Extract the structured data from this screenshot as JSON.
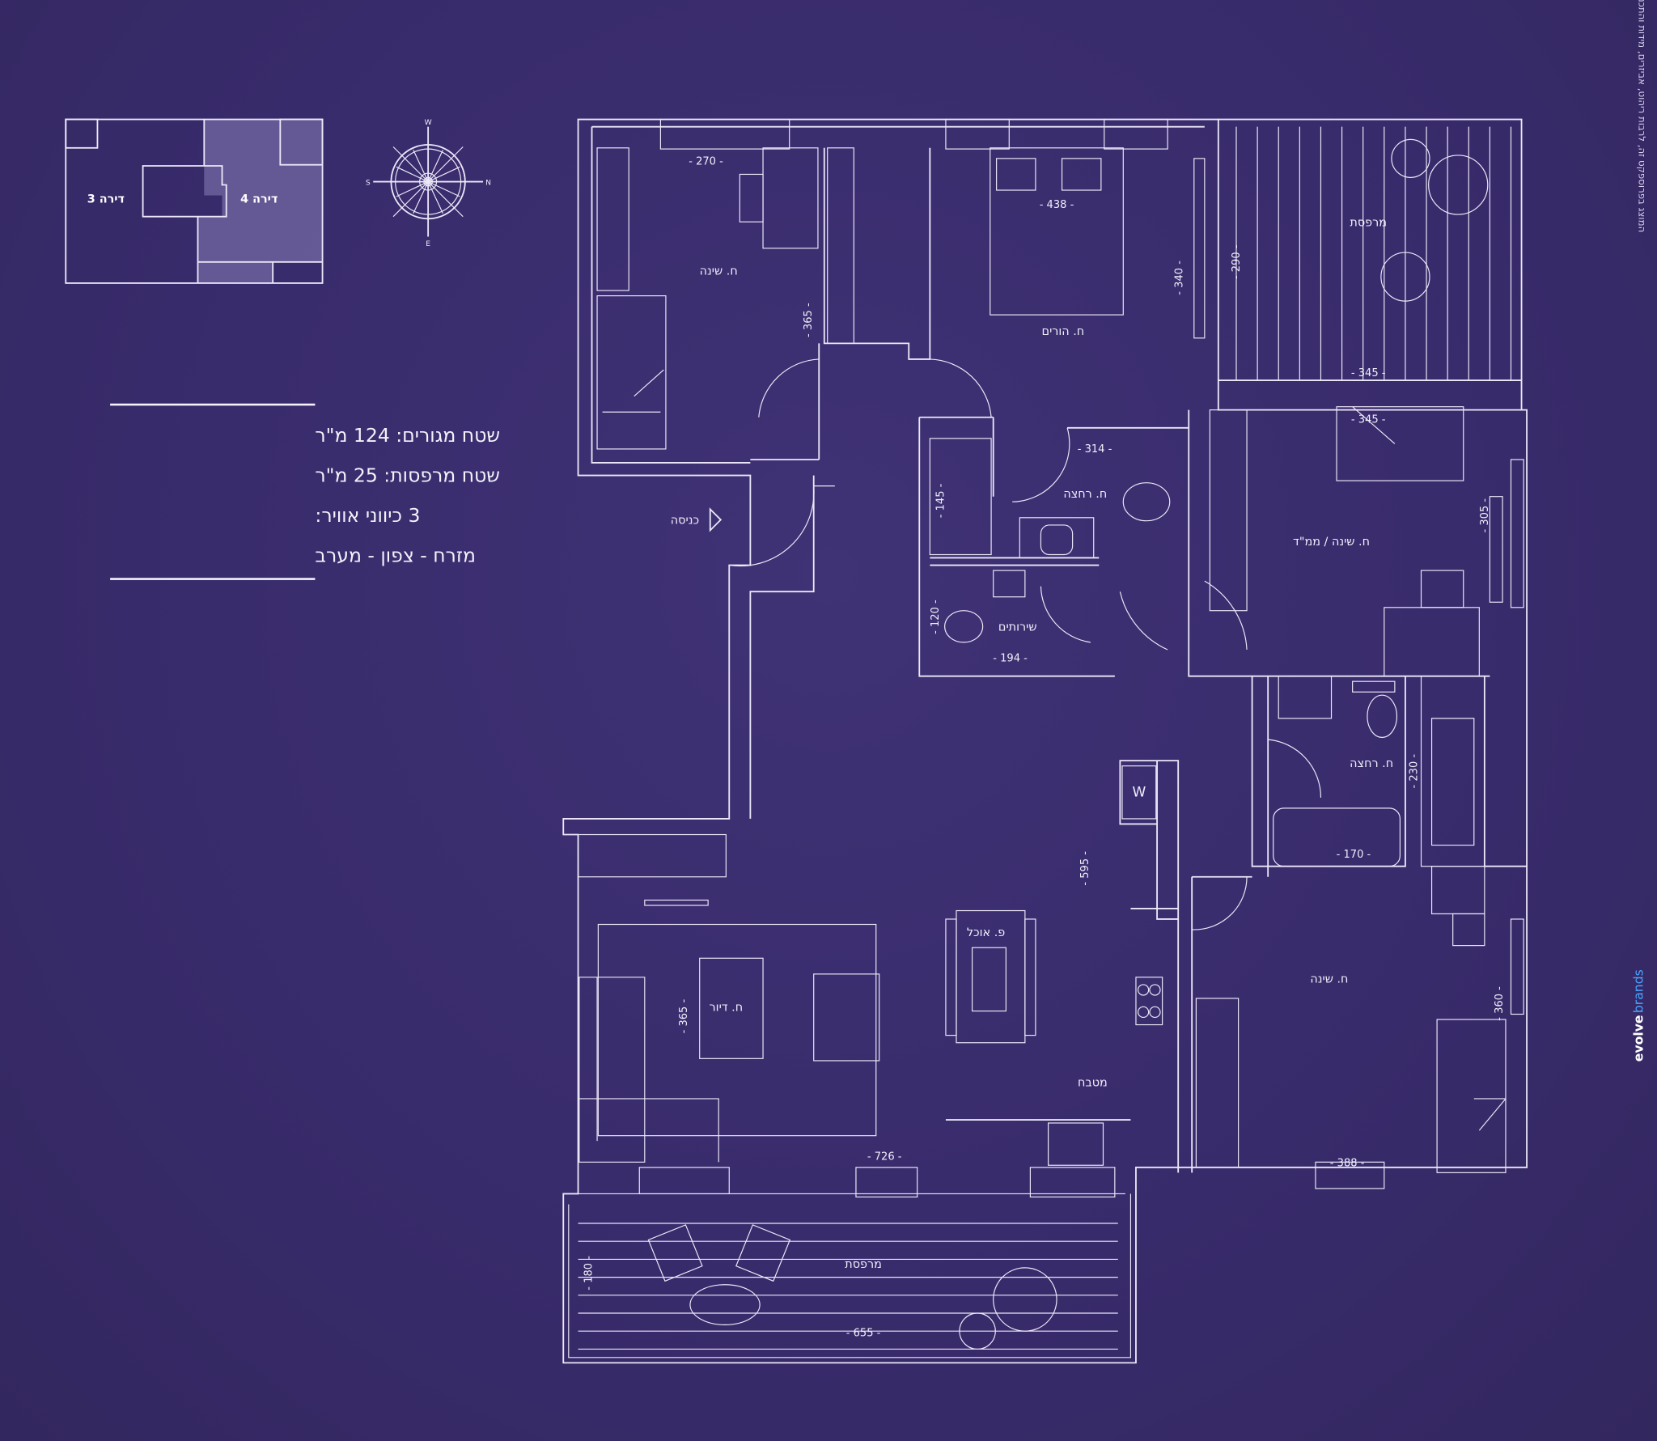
{
  "key_plan": {
    "apartment_3": "דירה 3",
    "apartment_4": "דירה 4",
    "highlight_color": "#8a7fb8"
  },
  "compass": {
    "north": "N",
    "south": "S",
    "east": "E",
    "west": "W"
  },
  "info": {
    "living_area": "שטח מגורים: 124 מ\"ר",
    "balcony_area": "שטח מרפסות: 25 מ\"ר",
    "air_directions_title": "3 כיווני אוויר:",
    "air_directions": "מזרח - צפון - מערב"
  },
  "rooms": {
    "bedroom_1": "ח. שינה",
    "master_bedroom": "ח. הורים",
    "balcony_top": "מרפסת",
    "bathroom_1": "ח. רחצה",
    "toilet": "שירותים",
    "safe_room": "ח. שינה / ממ\"ד",
    "bathroom_2": "ח. רחצה",
    "bedroom_3": "ח. שינה",
    "living": "ח. דיור",
    "dining": "פ. אוכל",
    "kitchen": "מטבח",
    "balcony_bottom": "מרפסת",
    "entrance": "כניסה",
    "washer": "W"
  },
  "dimensions": {
    "bedroom_1_w": "- 270 -",
    "bedroom_1_h": "- 365 -",
    "master_w": "- 438 -",
    "master_h": "- 340 -",
    "balcony_top_h": "- 290 -",
    "balcony_top_w": "- 345 -",
    "bath_1_w": "- 314 -",
    "bath_1_h": "- 145 -",
    "toilet_w": "- 194 -",
    "toilet_h": "- 120 -",
    "safe_w": "- 345 -",
    "safe_h": "- 305 -",
    "bath_2_h": "- 230 -",
    "bath_2_w": "- 170 -",
    "bedroom_3_h": "- 360 -",
    "bedroom_3_w": "- 388 -",
    "living_h": "- 365 -",
    "kitchen_h": "- 595 -",
    "living_w": "- 726 -",
    "balcony_bottom_h": "- 180 -",
    "balcony_bottom_w": "- 655 -"
  },
  "disclaimer": "המוצג בפרוספקט זה, לרבות ריהוט, אביזרים, מידות והתכניות הרעיוניות, הינם להמחשה בלבד | לחוזה המכר מצורפים מפרט טכני מלא ותכניות המכר והם בלבד מחייבים את החברה | תכנית זו אינה מהווה מצג או הצעה ולא תהווה חלק מהסכם ההתקשרות והמסמכים בין הצדדים | ט.ל.ח",
  "brand": {
    "part1": "evolve",
    "part2": "brands",
    "accent": "#4aa3ff"
  }
}
